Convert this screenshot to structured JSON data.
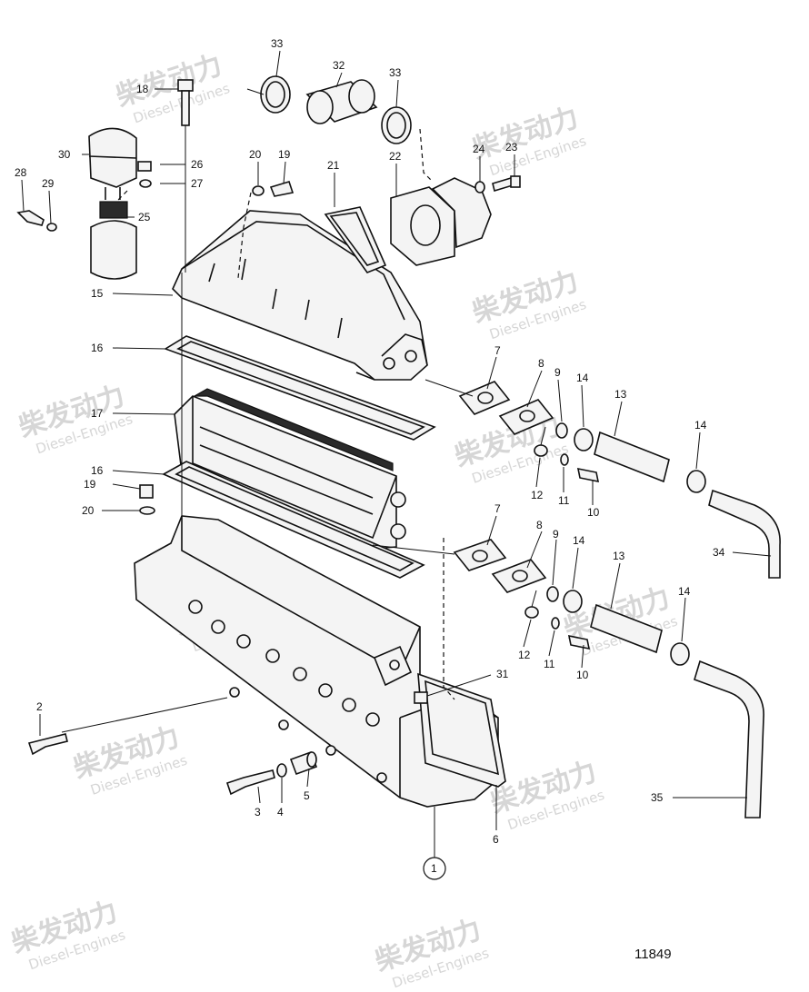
{
  "watermark": {
    "brand_cn": "柴发动力",
    "brand_en": "Diesel-Engines"
  },
  "figure_number": "11849",
  "callouts": {
    "c1": "1",
    "c2": "2",
    "c3": "3",
    "c4": "4",
    "c5": "5",
    "c6": "6",
    "c7a": "7",
    "c7b": "7",
    "c8a": "8",
    "c8b": "8",
    "c9a": "9",
    "c9b": "9",
    "c10a": "10",
    "c10b": "10",
    "c11a": "11",
    "c11b": "11",
    "c12a": "12",
    "c12b": "12",
    "c13a": "13",
    "c13b": "13",
    "c14a": "14",
    "c14b": "14",
    "c14c": "14",
    "c14d": "14",
    "c15": "15",
    "c16a": "16",
    "c16b": "16",
    "c17": "17",
    "c18": "18",
    "c19a": "19",
    "c19b": "19",
    "c20a": "20",
    "c20b": "20",
    "c21": "21",
    "c22": "22",
    "c23": "23",
    "c24": "24",
    "c25": "25",
    "c26": "26",
    "c27": "27",
    "c28": "28",
    "c29": "29",
    "c30": "30",
    "c31": "31",
    "c32": "32",
    "c33a": "33",
    "c33b": "33",
    "c34": "34",
    "c35": "35"
  }
}
